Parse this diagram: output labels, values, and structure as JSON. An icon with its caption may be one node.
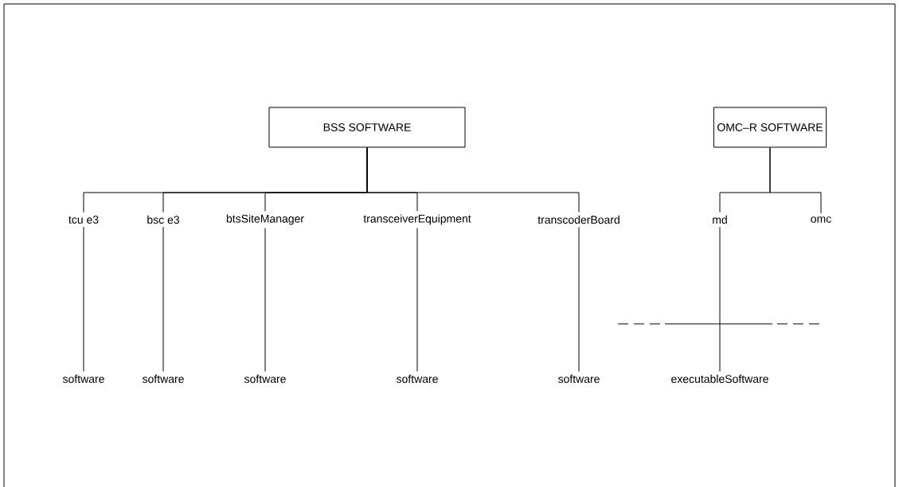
{
  "diagram": {
    "nodes": [
      {
        "text": [
          "BSS SOFTWARE"
        ]
      },
      {
        "text": [
          "OMC–R SOFTWARE"
        ]
      },
      {
        "text": [
          "tcu e3"
        ]
      },
      {
        "text": [
          "bsc e3"
        ]
      },
      {
        "text": [
          "btsSiteManager"
        ]
      },
      {
        "text": [
          "transceiverEquipment"
        ]
      },
      {
        "text": [
          "transcoderBoard"
        ]
      },
      {
        "text": [
          "md"
        ]
      },
      {
        "text": [
          "omc"
        ]
      },
      {
        "text": [
          "software"
        ]
      },
      {
        "text": [
          "software"
        ]
      },
      {
        "text": [
          "software"
        ]
      },
      {
        "text": [
          "software"
        ]
      },
      {
        "text": [
          "software"
        ]
      },
      {
        "text": [
          "executableSoftware"
        ]
      }
    ],
    "edges": [
      {
        "from": 0,
        "to": 2,
        "arrow": "none"
      },
      {
        "from": 0,
        "to": 3,
        "arrow": "none"
      },
      {
        "from": 0,
        "to": 4,
        "arrow": "none"
      },
      {
        "from": 0,
        "to": 5,
        "arrow": "none"
      },
      {
        "from": 0,
        "to": 6,
        "arrow": "none"
      },
      {
        "from": 1,
        "to": 7,
        "arrow": "none"
      },
      {
        "from": 1,
        "to": 8,
        "arrow": "none"
      },
      {
        "from": 2,
        "to": 9,
        "arrow": "none"
      },
      {
        "from": 3,
        "to": 10,
        "arrow": "none"
      },
      {
        "from": 4,
        "to": 11,
        "arrow": "none"
      },
      {
        "from": 5,
        "to": 12,
        "arrow": "none"
      },
      {
        "from": 6,
        "to": 13,
        "arrow": "none"
      },
      {
        "from": 7,
        "to": 14,
        "arrow": "none"
      }
    ]
  }
}
